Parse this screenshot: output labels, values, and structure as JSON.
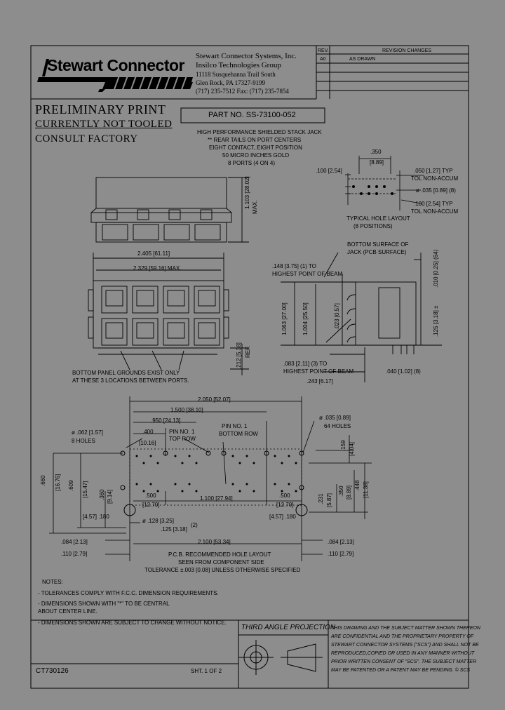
{
  "company": {
    "logo": "Stewart Connector",
    "name": "Stewart Connector Systems, Inc.",
    "group": "Insilco Technologies Group",
    "address1": "11118 Susquehanna Trail South",
    "address2": "Glen Rock, PA   17327-9199",
    "phone": "(717)  235-7512   Fax: (717)  235-7854"
  },
  "revision": {
    "rev_header": "REV.",
    "changes_header": "REVISION CHANGES",
    "rows": [
      {
        "rev": "A0",
        "change": "AS DRAWN"
      }
    ]
  },
  "status": {
    "line1": "PRELIMINARY PRINT",
    "line2": "CURRENTLY NOT TOOLED",
    "line3": "CONSULT FACTORY"
  },
  "part_number": "PART NO. SS-73100-052",
  "description": [
    "HIGH PERFORMANCE SHIELDED STACK JACK",
    "** REAR TAILS ON PORT CENTERS",
    "EIGHT CONTACT, EIGHT POSITION",
    "50 MICRO INCHES GOLD",
    "8 PORTS (4 ON 4)"
  ],
  "hole_layout": {
    "caption1": "TYPICAL HOLE LAYOUT",
    "caption2": "(8 POSITIONS)",
    "dim_350": ".350",
    "dim_889": "[8.89]",
    "dim_100": ".100 [2.54]",
    "dim_050": ".050 [1.27] TYP",
    "tol1": "TOL NON-ACCUM",
    "dim_035": "ø .035 [0.89] (8)",
    "dim_100typ": ".100 [2.54] TYP",
    "tol2": "TOL NON-ACCUM"
  },
  "front_view": {
    "height": "1.103 [28.02]",
    "max": "MAX.",
    "width1": "2.405 [61.11]",
    "width2": "2.329 [59.16] MAX.",
    "ref_dim": ".212 [5.38]",
    "ref": "REF.",
    "ground_note1": "BOTTOM PANEL GROUNDS EXIST ONLY",
    "ground_note2": "AT THESE 3 LOCATIONS BETWEEN PORTS."
  },
  "side_view": {
    "bottom_surface1": "BOTTOM SURFACE OF",
    "bottom_surface2": "JACK (PCB SURFACE)",
    "beam_top1": ".148 [3.75] (1) TO",
    "beam_top2": "HIGHEST POINT OF BEAM",
    "dim_1063": "1.063 [27.00]",
    "dim_1004": "1.004 [25.50]",
    "dim_023": ".023 [0.57]",
    "dim_010": ".010 [0.25] (64)",
    "dim_125": ".125 [3.18] ±",
    "beam_bot1": ".083 [2.11] (3) TO",
    "beam_bot2": "HIGHEST POINT OF BEAM",
    "dim_040": ".040 [1.02] (8)",
    "dim_243": ".243 [6.17]"
  },
  "pcb_layout": {
    "dim_2050": "2.050 [52.07]",
    "dim_1500": "1.500 [38.10]",
    "dim_950": ".950 [24.13]",
    "dim_400": ".400",
    "dim_400mm": "[10.16]",
    "pin1_top1": "PIN NO. 1",
    "pin1_top2": "TOP ROW",
    "pin1_bot1": "PIN NO. 1",
    "pin1_bot2": "BOTTOM ROW",
    "hole64_1": "ø .035 [0.89]",
    "hole64_2": "64 HOLES",
    "hole8_1": "ø .062 [1.57]",
    "hole8_2": "8 HOLES",
    "dim_660": ".660",
    "dim_660mm": "[16.76]",
    "dim_609": ".609",
    "dim_609mm": "[15.47]",
    "dim_360": ".360",
    "dim_360mm": "[9.14]",
    "dim_500a": ".500",
    "dim_500amm": "[12.70]",
    "dim_1100": "1.100 [27.94]",
    "dim_500b": ".500",
    "dim_500bmm": "[12.70]",
    "dim_159": ".159",
    "dim_159mm": "[4.04]",
    "dim_448": ".448",
    "dim_448mm": "[11.38]",
    "dim_350": ".350",
    "dim_350mm": "[8.89]",
    "dim_231": ".231",
    "dim_231mm": "[5.87]",
    "dim_180l": "[4.57] .180",
    "dim_180r": "[4.57] .180",
    "dim_128": "ø .128 [3.25]",
    "dim_125": ".125 [3.18]",
    "dim_125n": "(2)",
    "dim_2100": "2.100 [53.34]",
    "dim_084l": ".084 [2.13]",
    "dim_110l": ".110 [2.79]",
    "dim_084r": ".084 [2.13]",
    "dim_110r": ".110 [2.79]",
    "caption1": "P.C.B. RECOMMENDED HOLE LAYOUT",
    "caption2": "SEEN FROM COMPONENT SIDE",
    "caption3": "TOLERANCE ±.003 [0.08] UNLESS OTHERWISE SPECIFIED"
  },
  "notes": {
    "title": "NOTES:",
    "items": [
      "- TOLERANCES COMPLY WITH F.C.C. DIMENSION REQUIREMENTS.",
      "- DIMENSIONS SHOWN WITH \"*\" TO BE CENTRAL",
      "   ABOUT CENTER LINE.",
      "- DIMENSIONS SHOWN ARE SUBJECT TO CHANGE WITHOUT NOTICE."
    ]
  },
  "projection": "THIRD ANGLE PROJECTION",
  "confidential": [
    "THIS DRAWING AND THE SUBJECT MATTER SHOWN THEREON",
    "ARE CONFIDENTIAL AND THE PROPRIETARY PROPERTY OF",
    "STEWART CONNECTOR SYSTEMS (\"SCS\") AND SHALL NOT BE",
    "REPRODUCED,COPIED OR USED IN ANY MANNER WITHOUT",
    "PRIOR WRITTEN CONSENT OF \"SCS\".  THE SUBJECT MATTER",
    "MAY BE PATENTED OR A PATENT MAY BE PENDING.  © SCS"
  ],
  "drawing_number": "CT730126",
  "sheet": "SHT. 1 OF 2"
}
